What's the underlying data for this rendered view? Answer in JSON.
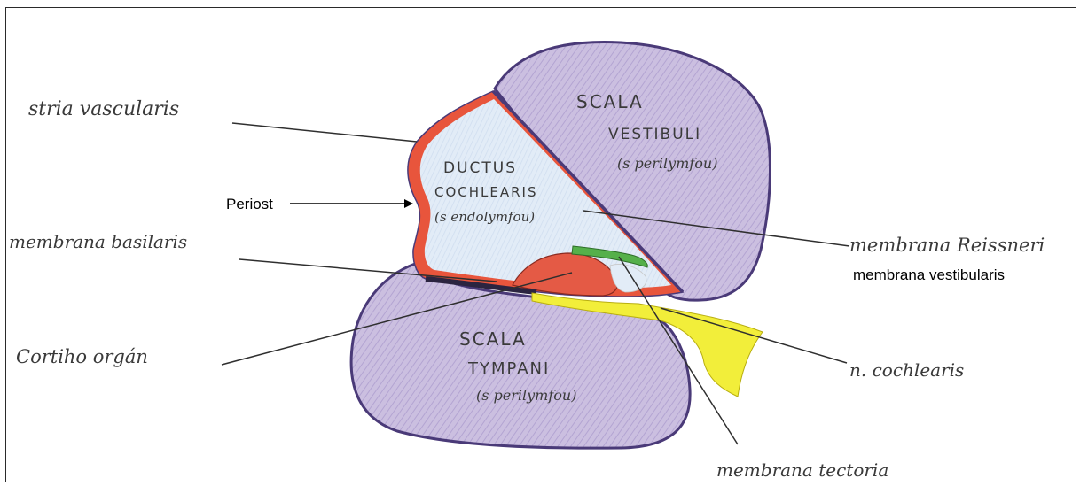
{
  "labels": {
    "stria_vascularis": "stria vascularis",
    "periost": "Periost",
    "membrana_basilaris": "membrana basilaris",
    "cortiho_organ": "Cortiho orgán",
    "membrana_reissneri": "membrana Reissneri",
    "membrana_vestibularis": "membrana vestibularis",
    "n_cochlearis": "n. cochlearis",
    "membrana_tectoria": "membrana tectoria"
  },
  "regions": {
    "scala_vestibuli": {
      "line1": "SCALA",
      "line2": "VESTIBULI",
      "line3": "(s perilymfou)"
    },
    "ductus_cochlearis": {
      "line1": "DUCTUS",
      "line2": "COCHLEARIS",
      "line3": "(s endolymfou)"
    },
    "scala_tympani": {
      "line1": "SCALA",
      "line2": "TYMPANI",
      "line3": "(s perilymfou)"
    }
  },
  "colors": {
    "scala_fill": "#cbbfe0",
    "scala_stroke": "#4a3a78",
    "duct_fill": "#dbe8f5",
    "stria_red": "#e8553c",
    "organ_red": "#e45a45",
    "tectoria_green": "#55b04a",
    "nerve_yellow": "#f2ee3a",
    "ink": "#2f2f2f"
  }
}
